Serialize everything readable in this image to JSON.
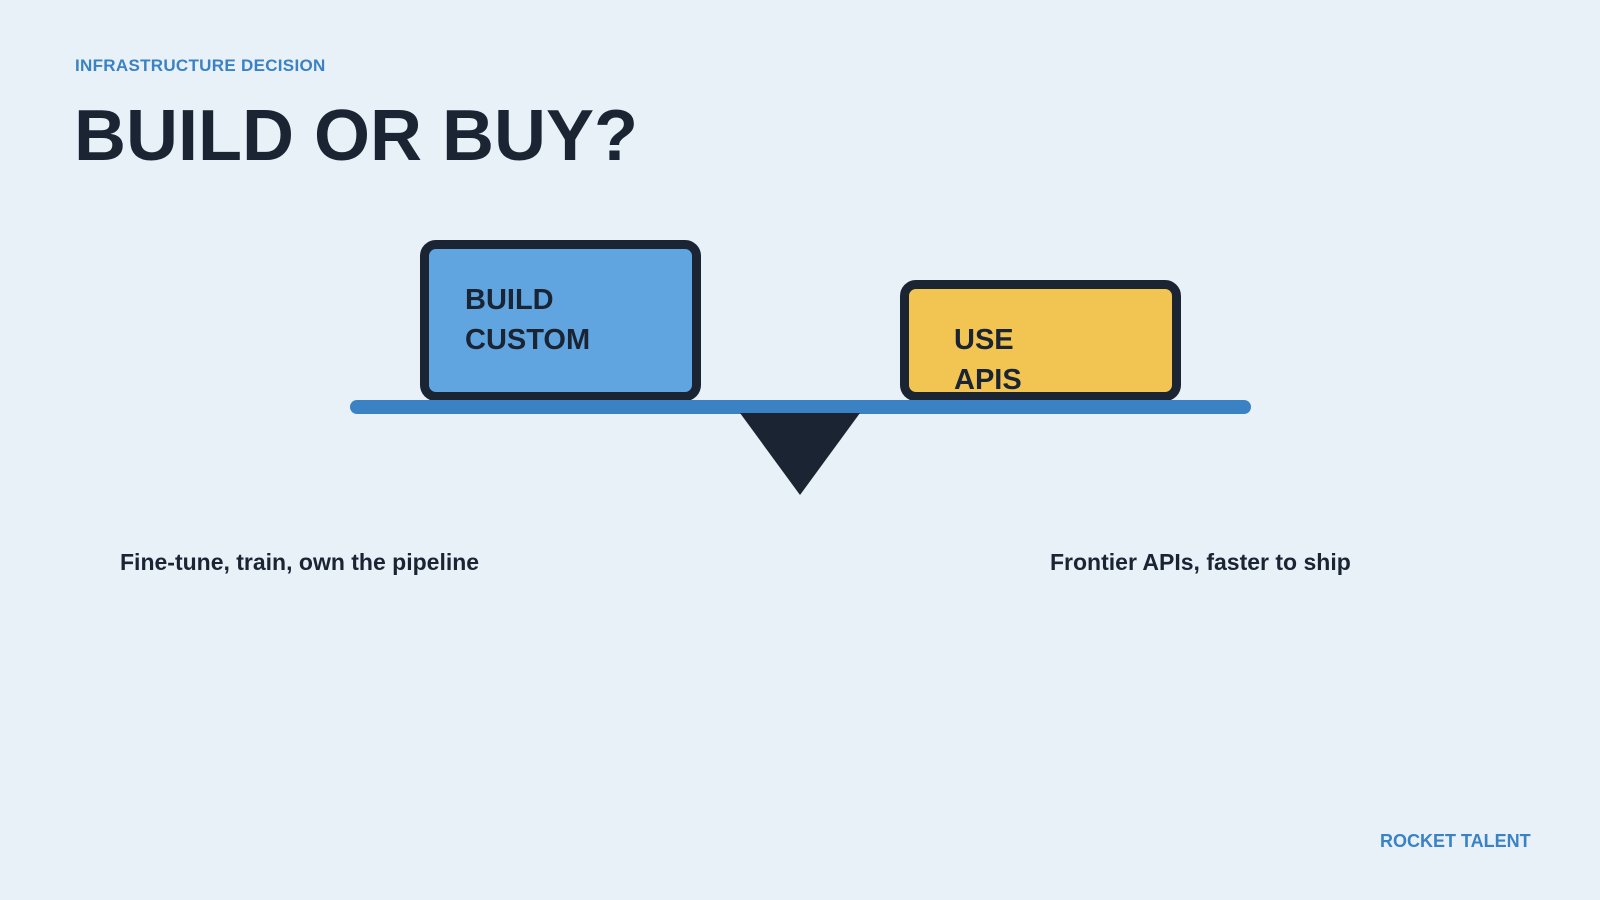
{
  "header": {
    "eyebrow": "INFRASTRUCTURE DECISION",
    "title": "BUILD OR BUY?"
  },
  "scale": {
    "left_option": {
      "label_line1": "BUILD",
      "label_line2": "CUSTOM",
      "description": "Fine-tune, train, own the pipeline",
      "color": "#60a5e0"
    },
    "right_option": {
      "label_line1": "USE",
      "label_line2": "APIS",
      "description": "Frontier APIs, faster to ship",
      "color": "#f2c451"
    },
    "beam_color": "#3a82c4",
    "fulcrum_color": "#1b2433"
  },
  "footer": {
    "brand": "ROCKET TALENT"
  },
  "colors": {
    "background": "#e8f0f8",
    "accent": "#3a82c4",
    "dark": "#1b2433"
  }
}
